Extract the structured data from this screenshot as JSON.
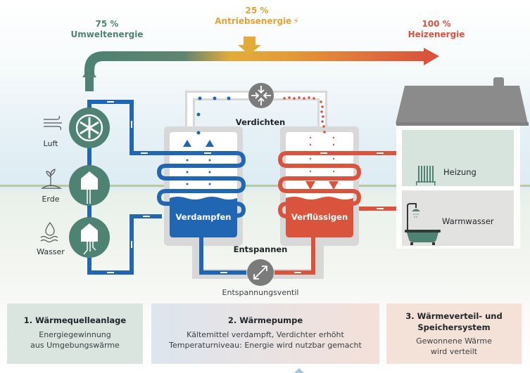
{
  "energy_flow": {
    "environment": {
      "percent": "75 %",
      "label": "Umweltenergie",
      "color": "#4e8272"
    },
    "drive": {
      "percent": "25 %",
      "label": "Antriebsenergie",
      "color": "#e8a73a"
    },
    "heat": {
      "percent": "100 %",
      "label": "Heizenergie",
      "color": "#d9533d"
    }
  },
  "sources": [
    {
      "label": "Luft",
      "icon": "wind-icon"
    },
    {
      "label": "Erde",
      "icon": "plant-icon"
    },
    {
      "label": "Wasser",
      "icon": "water-drop-icon"
    }
  ],
  "heat_pump": {
    "compressor_label": "Verdichten",
    "evaporator_label": "Verdampfen",
    "condenser_label": "Verflüssigen",
    "expansion_label": "Entspannen",
    "expansion_valve_label": "Entspannungsventil"
  },
  "house": {
    "rooms": [
      {
        "label": "Heizung",
        "icon": "radiator-icon"
      },
      {
        "label": "Warmwasser",
        "icon": "bathtub-shower-icon"
      }
    ]
  },
  "info_boxes": [
    {
      "title": "1. Wärmequelleanlage",
      "text_lines": [
        "Energiegewinnung",
        "aus Umgebungswärme"
      ]
    },
    {
      "title": "2. Wärmepumpe",
      "text_lines": [
        "Kältemittel verdampft, Verdichter erhöht",
        "Temperaturniveau: Energie wird nutzbar gemacht"
      ]
    },
    {
      "title_lines": [
        "3. Wärmeverteil- und",
        "Speichersystem"
      ],
      "text_lines": [
        "Gewonnene Wärme",
        "wird verteilt"
      ]
    }
  ],
  "colors": {
    "green": "#4e8272",
    "blue": "#2166b3",
    "red": "#d9533d",
    "yellow": "#e8a73a",
    "gray": "#8a8a8a"
  }
}
